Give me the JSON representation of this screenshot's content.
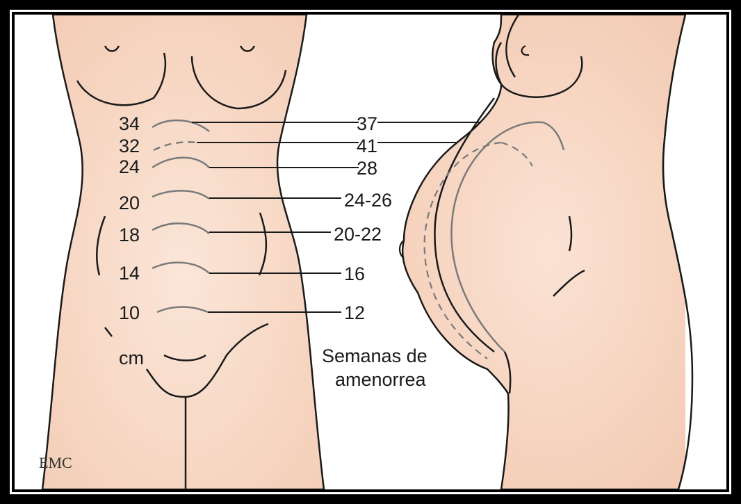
{
  "left_labels_cm": [
    "34",
    "32",
    "24",
    "20",
    "18",
    "14",
    "10"
  ],
  "left_unit": "cm",
  "right_labels_weeks": [
    "37",
    "41",
    "28",
    "24-26",
    "20-22",
    "16",
    "12"
  ],
  "caption_line1": "Semanas de",
  "caption_line2": "amenorrea",
  "logo": "EMC",
  "colors": {
    "skin": "#f9dccb",
    "skin_shade": "#f3c9b3",
    "outline": "#1a1a1a",
    "fundus_line": "#7a7a7a",
    "frame": "#000000"
  }
}
